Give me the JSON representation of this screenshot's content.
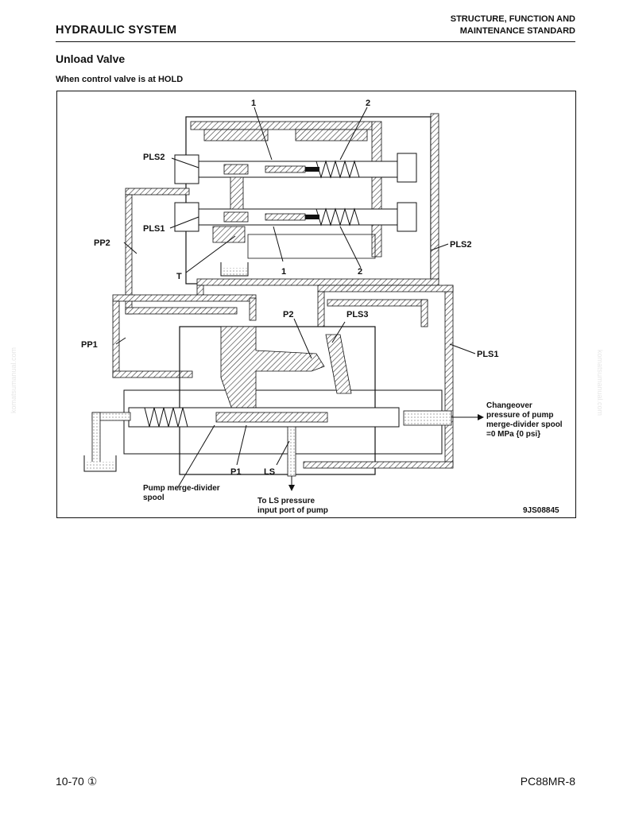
{
  "header": {
    "section": "HYDRAULIC SYSTEM",
    "chapter_line1": "STRUCTURE, FUNCTION AND",
    "chapter_line2": "MAINTENANCE STANDARD"
  },
  "title": "Unload Valve",
  "subtitle": "When control valve is at HOLD",
  "figure": {
    "labels": {
      "n1_top": "1",
      "n2_top": "2",
      "pls2_left": "PLS2",
      "pls1_left": "PLS1",
      "pp2": "PP2",
      "t": "T",
      "n1_bottom": "1",
      "n2_bottom": "2",
      "pls2_right": "PLS2",
      "p2": "P2",
      "pls3": "PLS3",
      "pp1": "PP1",
      "pls1_right": "PLS1",
      "changeover_1": "Changeover",
      "changeover_2": "pressure of pump",
      "changeover_3": "merge-divider spool",
      "changeover_4": "=0 MPa {0 psi}",
      "p1": "P1",
      "ls": "LS",
      "spool_1": "Pump merge-divider",
      "spool_2": "spool",
      "to_ls_1": "To LS pressure",
      "to_ls_2": "input port of pump",
      "fig_id": "9JS08845"
    }
  },
  "footer": {
    "page": "10-70 ①",
    "model": "PC88MR-8"
  },
  "watermark": "komatsumanual.com"
}
